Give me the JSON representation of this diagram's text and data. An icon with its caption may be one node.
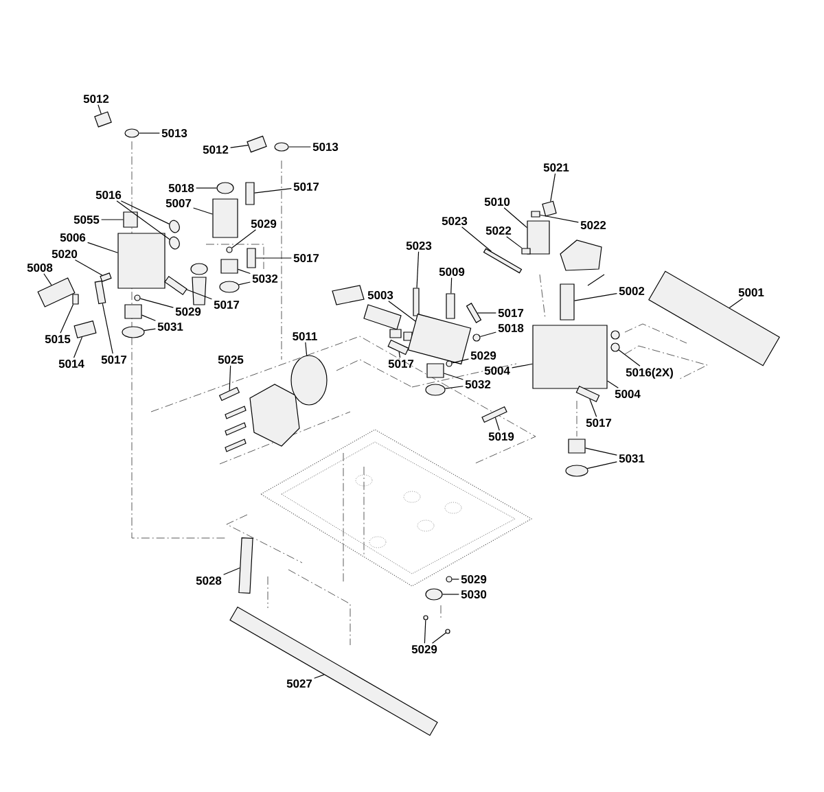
{
  "diagram": {
    "nodes": [
      {
        "text": [
          "5012"
        ]
      },
      {
        "text": [
          "5013"
        ]
      },
      {
        "text": [
          "5012"
        ]
      },
      {
        "text": [
          "5013"
        ]
      },
      {
        "text": [
          "5016"
        ]
      },
      {
        "text": [
          "5018"
        ]
      },
      {
        "text": [
          "5017"
        ]
      },
      {
        "text": [
          "5007"
        ]
      },
      {
        "text": [
          "5055"
        ]
      },
      {
        "text": [
          "5006"
        ]
      },
      {
        "text": [
          "5029"
        ]
      },
      {
        "text": [
          "5020"
        ]
      },
      {
        "text": [
          "5017"
        ]
      },
      {
        "text": [
          "5032"
        ]
      },
      {
        "text": [
          "5008"
        ]
      },
      {
        "text": [
          "5029"
        ]
      },
      {
        "text": [
          "5017"
        ]
      },
      {
        "text": [
          "5031"
        ]
      },
      {
        "text": [
          "5015"
        ]
      },
      {
        "text": [
          "5014"
        ]
      },
      {
        "text": [
          "5017"
        ]
      },
      {
        "text": [
          "5025"
        ]
      },
      {
        "text": [
          "5011"
        ]
      },
      {
        "text": [
          "5023"
        ]
      },
      {
        "text": [
          "5003"
        ]
      },
      {
        "text": [
          "5009"
        ]
      },
      {
        "text": [
          "5021"
        ]
      },
      {
        "text": [
          "5010"
        ]
      },
      {
        "text": [
          "5022"
        ]
      },
      {
        "text": [
          "5023"
        ]
      },
      {
        "text": [
          "5022"
        ]
      },
      {
        "text": [
          "5017"
        ]
      },
      {
        "text": [
          "5018"
        ]
      },
      {
        "text": [
          "5017"
        ]
      },
      {
        "text": [
          "5029"
        ]
      },
      {
        "text": [
          "5004"
        ]
      },
      {
        "text": [
          "5032"
        ]
      },
      {
        "text": [
          "5002"
        ]
      },
      {
        "text": [
          "5001"
        ]
      },
      {
        "text": [
          "5016(2X)"
        ]
      },
      {
        "text": [
          "5004"
        ]
      },
      {
        "text": [
          "5017"
        ]
      },
      {
        "text": [
          "5019"
        ]
      },
      {
        "text": [
          "5031"
        ]
      },
      {
        "text": [
          "5028"
        ]
      },
      {
        "text": [
          "5029"
        ]
      },
      {
        "text": [
          "5030"
        ]
      },
      {
        "text": [
          "5029"
        ]
      },
      {
        "text": [
          "5027"
        ]
      },
      {
        "text": [],
        "shape": "box"
      },
      {
        "text": [],
        "shape": "ellipse"
      },
      {
        "text": [],
        "shape": "box"
      },
      {
        "text": [],
        "shape": "ellipse"
      },
      {
        "text": [],
        "shape": "ellipse"
      },
      {
        "text": [],
        "shape": "box"
      },
      {
        "text": [],
        "shape": "box"
      },
      {
        "text": [],
        "shape": "ellipse"
      },
      {
        "text": [],
        "shape": "ellipse"
      },
      {
        "text": [],
        "shape": "box"
      },
      {
        "text": [],
        "shape": "box"
      },
      {
        "text": [],
        "shape": "circle"
      },
      {
        "text": [],
        "shape": "box"
      },
      {
        "text": [],
        "shape": "box"
      },
      {
        "text": [],
        "shape": "box"
      },
      {
        "text": [],
        "shape": "ellipse"
      },
      {
        "text": [],
        "shape": "box"
      },
      {
        "text": [],
        "shape": "circle"
      },
      {
        "text": [],
        "shape": "box"
      },
      {
        "text": [],
        "shape": "box"
      },
      {
        "text": [],
        "shape": "ellipse"
      },
      {
        "text": [],
        "shape": "box"
      },
      {
        "text": [],
        "shape": "box"
      },
      {
        "text": [],
        "shape": "box"
      },
      {
        "text": [],
        "shape": "box"
      },
      {
        "text": [],
        "shape": "ellipse"
      },
      {
        "text": [],
        "shape": "box"
      },
      {
        "text": [],
        "shape": "box"
      },
      {
        "text": [],
        "shape": "box"
      },
      {
        "text": [],
        "shape": "box"
      },
      {
        "text": [],
        "shape": "box"
      },
      {
        "text": [],
        "shape": "box"
      },
      {
        "text": [],
        "shape": "box"
      },
      {
        "text": [],
        "shape": "box"
      },
      {
        "text": [],
        "shape": "box"
      },
      {
        "text": [],
        "shape": "circle"
      },
      {
        "text": [],
        "shape": "box"
      },
      {
        "text": [],
        "shape": "circle"
      },
      {
        "text": [],
        "shape": "box"
      },
      {
        "text": [],
        "shape": "box"
      },
      {
        "text": [],
        "shape": "ellipse"
      },
      {
        "text": [],
        "shape": "box"
      },
      {
        "text": [],
        "shape": "box"
      },
      {
        "text": [],
        "shape": "circle"
      },
      {
        "text": [],
        "shape": "box"
      },
      {
        "text": [],
        "shape": "box"
      },
      {
        "text": [],
        "shape": "box"
      },
      {
        "text": [],
        "shape": "ellipse"
      },
      {
        "text": [],
        "shape": "box"
      },
      {
        "text": [],
        "shape": "circle"
      },
      {
        "text": [],
        "shape": "ellipse"
      },
      {
        "text": [],
        "shape": "circle"
      },
      {
        "text": [],
        "shape": "circle"
      },
      {
        "text": [],
        "shape": "box"
      }
    ],
    "edges": [
      {
        "from": 0,
        "to": 49,
        "arrow": "none"
      },
      {
        "from": 1,
        "to": 50,
        "arrow": "none"
      },
      {
        "from": 2,
        "to": 51,
        "arrow": "none"
      },
      {
        "from": 3,
        "to": 52,
        "arrow": "none"
      },
      {
        "from": 4,
        "to": 56,
        "arrow": "none"
      },
      {
        "from": 4,
        "to": 57,
        "arrow": "none"
      },
      {
        "from": 5,
        "to": 53,
        "arrow": "none"
      },
      {
        "from": 6,
        "to": 54,
        "arrow": "none"
      },
      {
        "from": 7,
        "to": 55,
        "arrow": "none"
      },
      {
        "from": 8,
        "to": 58,
        "arrow": "none"
      },
      {
        "from": 9,
        "to": 59,
        "arrow": "none"
      },
      {
        "from": 10,
        "to": 60,
        "arrow": "none"
      },
      {
        "from": 11,
        "to": 61,
        "arrow": "none"
      },
      {
        "from": 12,
        "to": 62,
        "arrow": "none"
      },
      {
        "from": 13,
        "to": 63,
        "arrow": "none"
      },
      {
        "from": 13,
        "to": 64,
        "arrow": "none"
      },
      {
        "from": 14,
        "to": 65,
        "arrow": "none"
      },
      {
        "from": 15,
        "to": 66,
        "arrow": "none"
      },
      {
        "from": 16,
        "to": 67,
        "arrow": "none"
      },
      {
        "from": 17,
        "to": 68,
        "arrow": "none"
      },
      {
        "from": 17,
        "to": 69,
        "arrow": "none"
      },
      {
        "from": 18,
        "to": 70,
        "arrow": "none"
      },
      {
        "from": 19,
        "to": 71,
        "arrow": "none"
      },
      {
        "from": 20,
        "to": 72,
        "arrow": "none"
      },
      {
        "from": 21,
        "to": 73,
        "arrow": "none"
      },
      {
        "from": 22,
        "to": 74,
        "arrow": "none"
      },
      {
        "from": 23,
        "to": 75,
        "arrow": "none"
      },
      {
        "from": 24,
        "to": 76,
        "arrow": "none"
      },
      {
        "from": 25,
        "to": 77,
        "arrow": "none"
      },
      {
        "from": 26,
        "to": 78,
        "arrow": "none"
      },
      {
        "from": 27,
        "to": 79,
        "arrow": "none"
      },
      {
        "from": 28,
        "to": 80,
        "arrow": "none"
      },
      {
        "from": 29,
        "to": 82,
        "arrow": "none"
      },
      {
        "from": 30,
        "to": 81,
        "arrow": "none"
      },
      {
        "from": 31,
        "to": 83,
        "arrow": "none"
      },
      {
        "from": 32,
        "to": 84,
        "arrow": "none"
      },
      {
        "from": 33,
        "to": 85,
        "arrow": "none"
      },
      {
        "from": 34,
        "to": 86,
        "arrow": "none"
      },
      {
        "from": 35,
        "to": 87,
        "arrow": "none"
      },
      {
        "from": 36,
        "to": 88,
        "arrow": "none"
      },
      {
        "from": 36,
        "to": 89,
        "arrow": "none"
      },
      {
        "from": 37,
        "to": 90,
        "arrow": "none"
      },
      {
        "from": 38,
        "to": 91,
        "arrow": "none"
      },
      {
        "from": 39,
        "to": 92,
        "arrow": "none"
      },
      {
        "from": 40,
        "to": 87,
        "arrow": "none"
      },
      {
        "from": 41,
        "to": 93,
        "arrow": "none"
      },
      {
        "from": 42,
        "to": 94,
        "arrow": "none"
      },
      {
        "from": 43,
        "to": 95,
        "arrow": "none"
      },
      {
        "from": 43,
        "to": 96,
        "arrow": "none"
      },
      {
        "from": 44,
        "to": 97,
        "arrow": "none"
      },
      {
        "from": 45,
        "to": 98,
        "arrow": "none"
      },
      {
        "from": 46,
        "to": 99,
        "arrow": "none"
      },
      {
        "from": 47,
        "to": 100,
        "arrow": "none"
      },
      {
        "from": 47,
        "to": 101,
        "arrow": "none"
      },
      {
        "from": 48,
        "to": 102,
        "arrow": "none"
      }
    ]
  }
}
